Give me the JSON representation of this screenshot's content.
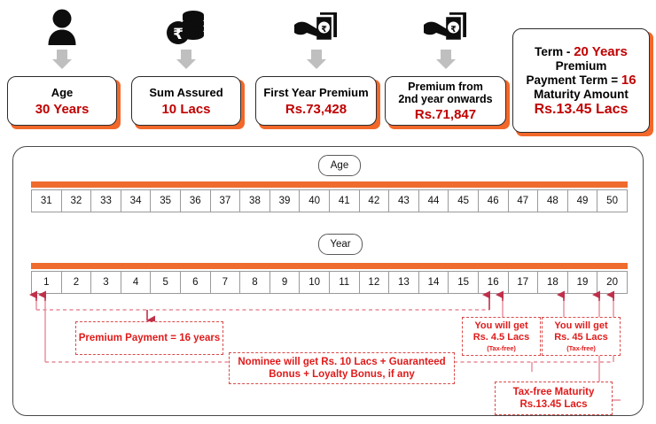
{
  "theme": {
    "orange": "#ef6c2e",
    "red_text": "#c00000",
    "callout_red": "#e01b1b",
    "callout_border": "#d94a4a",
    "grey_arrow": "#bfbfbf"
  },
  "summary": {
    "cards": [
      {
        "icon": "person-icon",
        "title": "Age",
        "value": "30 Years"
      },
      {
        "icon": "coins-rupee-icon",
        "title": "Sum Assured",
        "value": "10 Lacs"
      },
      {
        "icon": "hand-cash-icon",
        "title": "First Year Premium",
        "value": "Rs.73,428"
      },
      {
        "icon": "hand-cash-icon",
        "title": "Premium from",
        "title2": "2nd year onwards",
        "value": "Rs.71,847"
      }
    ],
    "term_card": {
      "line1_label": "Term  - ",
      "line1_value": "20 Years",
      "line2": "Premium",
      "line3_label": "Payment Term = ",
      "line3_value": "16",
      "line4": "Maturity Amount",
      "line5": "Rs.13.45 Lacs"
    }
  },
  "timeline": {
    "age_badge": "Age",
    "year_badge": "Year",
    "age_values": [
      "31",
      "32",
      "33",
      "34",
      "35",
      "36",
      "37",
      "38",
      "39",
      "40",
      "41",
      "42",
      "43",
      "44",
      "45",
      "46",
      "47",
      "48",
      "49",
      "50"
    ],
    "year_values": [
      "1",
      "2",
      "3",
      "4",
      "5",
      "6",
      "7",
      "8",
      "9",
      "10",
      "11",
      "12",
      "13",
      "14",
      "15",
      "16",
      "17",
      "18",
      "19",
      "20"
    ]
  },
  "callouts": {
    "premium_payment": {
      "line1": "Premium Payment = 16 years"
    },
    "nominee": {
      "line1": "Nominee will get Rs. 10 Lacs + Guaranteed",
      "line2": "Bonus + Loyalty Bonus, if any"
    },
    "payout_16": {
      "line1": "You will get",
      "line2": "Rs. 4.5 Lacs",
      "line3": "(Tax-free)"
    },
    "payout_18": {
      "line1": "You will get",
      "line2": "Rs. 45 Lacs",
      "line3": "(Tax-free)"
    },
    "maturity": {
      "line1": "Tax-free Maturity",
      "line2": "Rs.13.45 Lacs"
    }
  }
}
